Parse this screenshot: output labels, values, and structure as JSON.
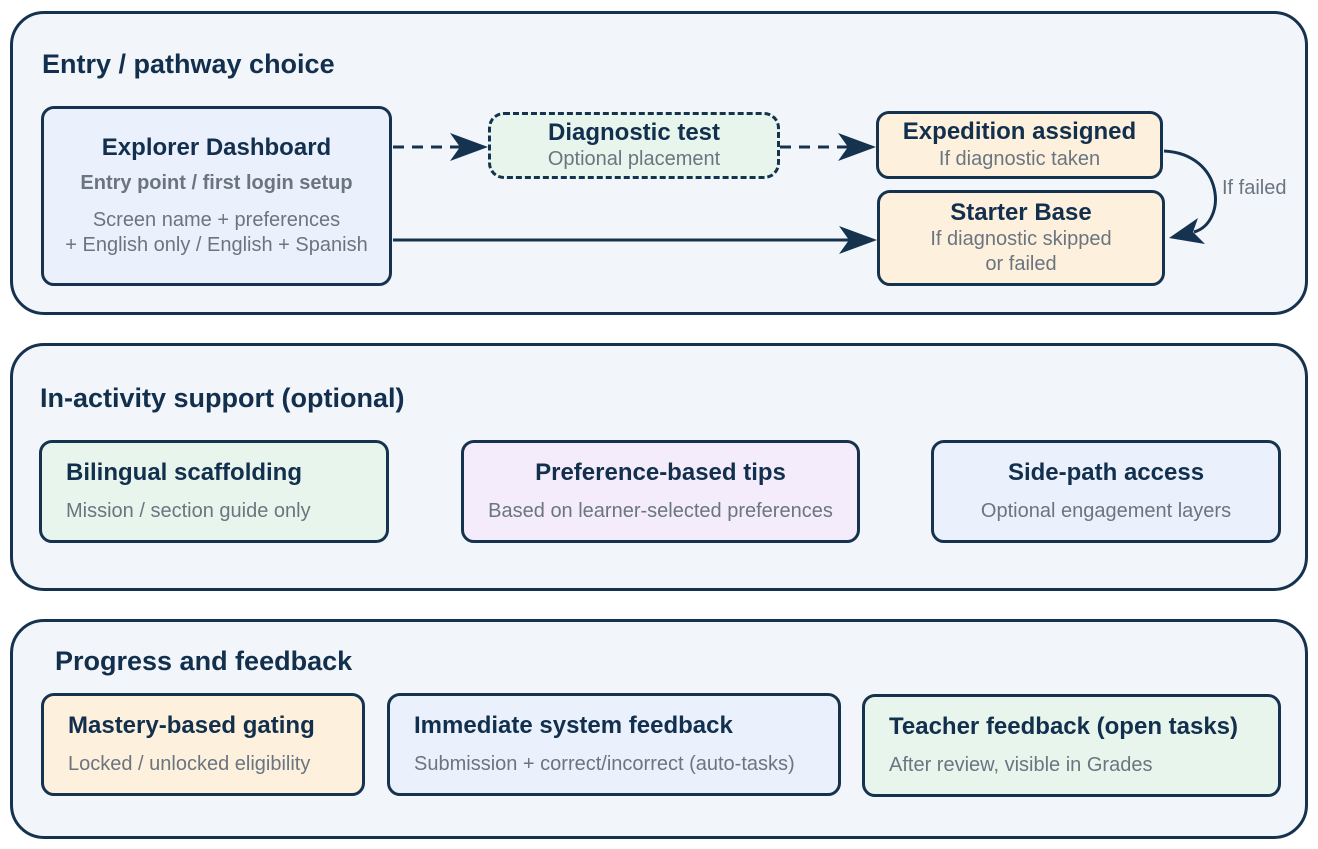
{
  "sections": {
    "entry": {
      "title": "Entry / pathway choice",
      "explorer": {
        "title": "Explorer Dashboard",
        "subtitle": "Entry point / first login setup",
        "line1": "Screen name + preferences",
        "line2": "+ English only / English + Spanish"
      },
      "diagnostic": {
        "title": "Diagnostic test",
        "subtitle": "Optional placement"
      },
      "expedition": {
        "title": "Expedition assigned",
        "subtitle": "If diagnostic taken"
      },
      "starter": {
        "title": "Starter Base",
        "line1": "If diagnostic skipped",
        "line2": "or failed"
      },
      "failed_label": "If failed"
    },
    "support": {
      "title": "In-activity support (optional)",
      "boxes": [
        {
          "title": "Bilingual scaffolding",
          "subtitle": "Mission / section guide only"
        },
        {
          "title": "Preference-based tips",
          "subtitle": "Based on learner-selected preferences"
        },
        {
          "title": "Side-path access",
          "subtitle": "Optional engagement layers"
        }
      ]
    },
    "progress": {
      "title": "Progress and feedback",
      "boxes": [
        {
          "title": "Mastery-based gating",
          "subtitle": "Locked / unlocked eligibility"
        },
        {
          "title": "Immediate system feedback",
          "subtitle": "Submission + correct/incorrect (auto-tasks)"
        },
        {
          "title": "Teacher feedback (open tasks)",
          "subtitle": "After review, visible in Grades"
        }
      ]
    }
  },
  "colors": {
    "outline": "#15324f",
    "panel_bg": "#f2f5fa",
    "blue_fill": "#eaf1fd",
    "green_fill": "#e8f5ec",
    "orange_fill": "#fdf0dd",
    "purple_fill": "#f4ecfb"
  }
}
